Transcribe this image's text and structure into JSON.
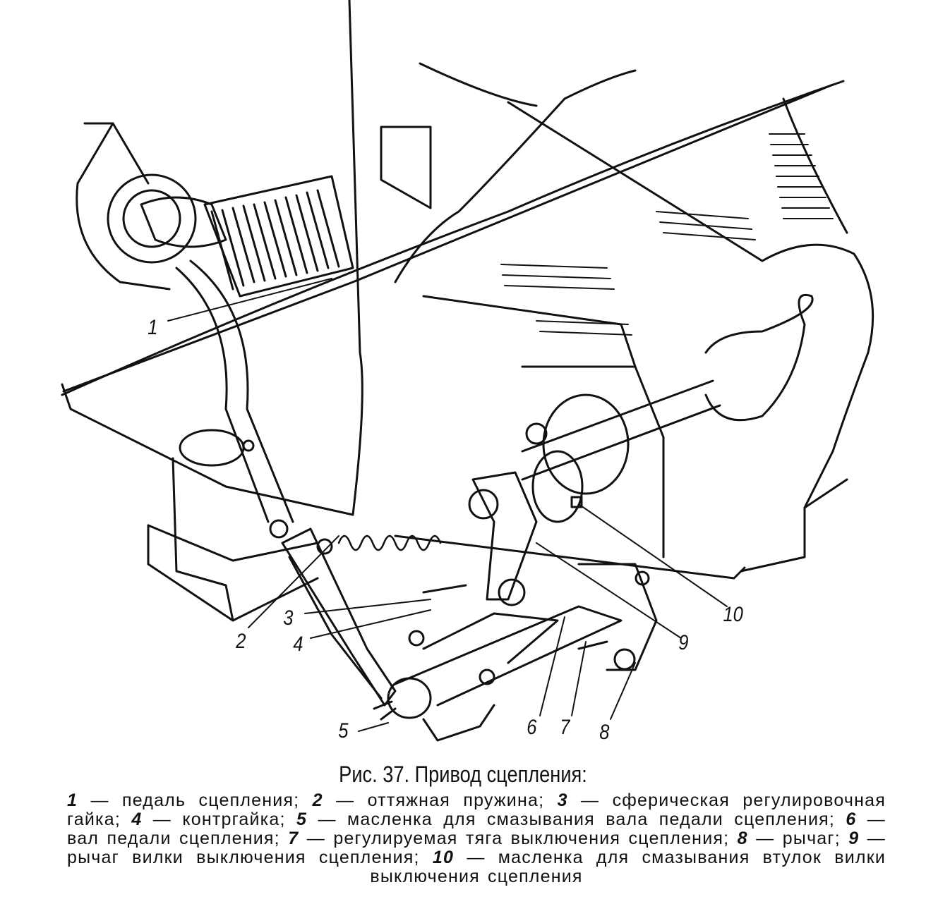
{
  "figure": {
    "title": "Рис. 37. Привод сцепления:",
    "callouts": [
      "1",
      "2",
      "3",
      "4",
      "5",
      "6",
      "7",
      "8",
      "9",
      "10"
    ],
    "legend": [
      {
        "num": "1",
        "text": "педаль сцепления;"
      },
      {
        "num": "2",
        "text": "оттяжная пружина;"
      },
      {
        "num": "3",
        "text": "сферическая регулировочная гайка;"
      },
      {
        "num": "4",
        "text": "контргайка;"
      },
      {
        "num": "5",
        "text": "масленка для смазывания вала педали сцепления;"
      },
      {
        "num": "6",
        "text": "вал педали сцепления;"
      },
      {
        "num": "7",
        "text": "регулируемая тяга выключения сцепления;"
      },
      {
        "num": "8",
        "text": "рычаг;"
      },
      {
        "num": "9",
        "text": "рычаг вилки выключения сцепления;"
      },
      {
        "num": "10",
        "text": "масленка для смазывания втулок вилки выключения сцепления"
      }
    ],
    "dash": "—"
  }
}
